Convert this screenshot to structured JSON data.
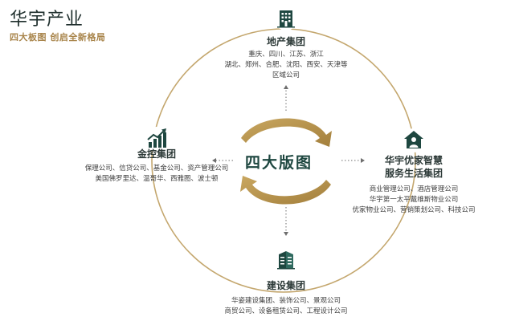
{
  "header": {
    "title": "华宇产业",
    "subtitle": "四大板图 创启全新格局"
  },
  "center": {
    "label": "四大版图"
  },
  "nodes": {
    "top": {
      "icon": "office-building-icon",
      "title": "地产集团",
      "lines": [
        "重庆、四川、江苏、浙江",
        "湖北、郑州、合肥、沈阳、西安、天津等",
        "区域公司"
      ]
    },
    "left": {
      "icon": "rising-chart-icon",
      "title": "金控集团",
      "lines": [
        "保理公司、信贷公司、基金公司、资产管理公司",
        "美国佛罗里达、温哥华、西雅图、波士顿"
      ]
    },
    "right": {
      "icon": "house-person-icon",
      "title_lines": [
        "华宇优家智慧",
        "服务生活集团"
      ],
      "lines": [
        "商业管理公司、酒店管理公司",
        "华宇第一太平戴维斯物业公司",
        "优家物业公司、营销策划公司、科技公司"
      ]
    },
    "bottom": {
      "icon": "construction-building-icon",
      "title": "建设集团",
      "lines": [
        "华姿建设集团、装饰公司、景观公司",
        "商贸公司、设备租赁公司、工程设计公司"
      ]
    }
  },
  "colors": {
    "gold": "#b8975a",
    "gold_light": "#d9c59a",
    "dark_green": "#1e4740",
    "title_dark": "#1e2e2c",
    "subtitle_gold": "#a8844a"
  }
}
